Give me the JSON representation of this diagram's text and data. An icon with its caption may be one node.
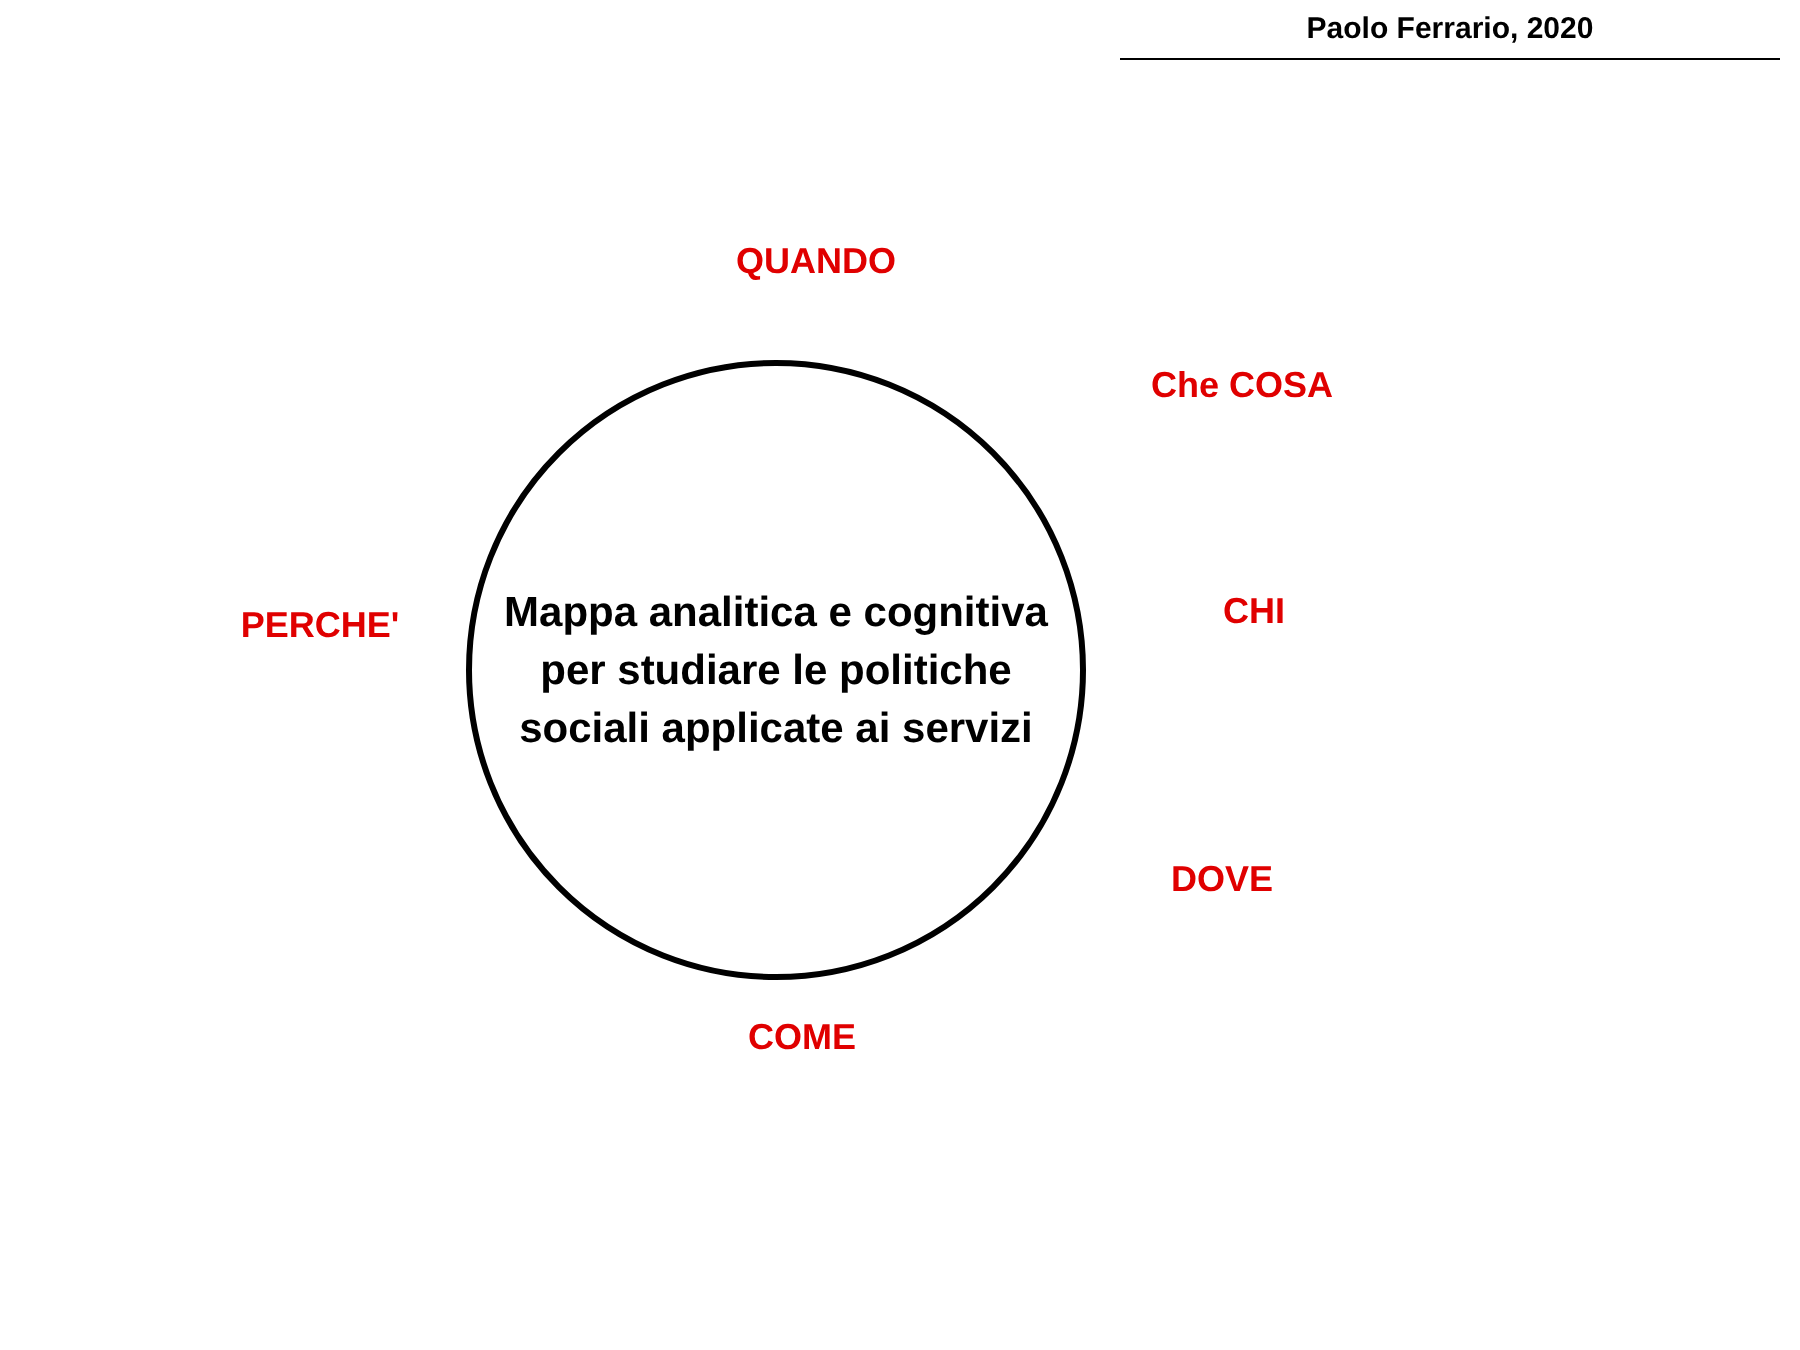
{
  "diagram": {
    "nodes": [
      {
        "text": [
          "Mappa analitica e cognitiva per studiare le politiche sociali applicate ai servizi"
        ]
      }
    ],
    "labels": [
      "Paolo Ferrario, 2020",
      "QUANDO",
      "Che COSA",
      "PERCHE'",
      "CHI",
      "DOVE",
      "COME"
    ]
  }
}
